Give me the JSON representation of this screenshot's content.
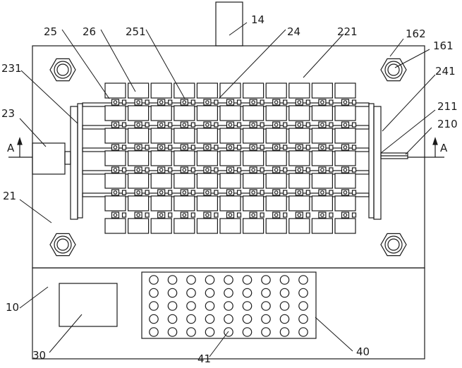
{
  "labels": {
    "l14": "14",
    "l25": "25",
    "l26": "26",
    "l251": "251",
    "l24": "24",
    "l221": "221",
    "l162": "162",
    "l161": "161",
    "l231": "231",
    "l241": "241",
    "l23": "23",
    "l211": "211",
    "l210": "210",
    "lA_left": "A",
    "lA_right": "A",
    "l21": "21",
    "l10": "10",
    "l30": "30",
    "l41": "41",
    "l40": "40"
  },
  "grid": {
    "columns": 11,
    "rows": 6,
    "hole_columns": 9,
    "hole_rows": 5
  },
  "colors": {
    "stroke": "#1a1a1a",
    "background": "#ffffff"
  }
}
